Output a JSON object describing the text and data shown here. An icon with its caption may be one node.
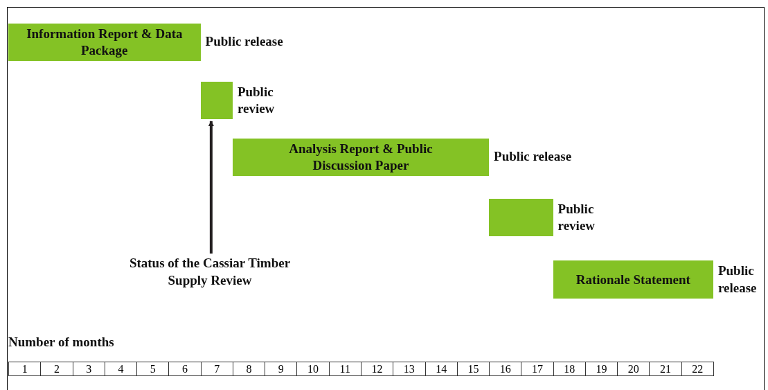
{
  "diagram": {
    "nodes": [
      {
        "text": [
          "Information Report & Data Package"
        ],
        "beside": [
          "Public release"
        ]
      },
      {
        "text": [],
        "shape": "box",
        "beside": [
          "Public review"
        ]
      },
      {
        "text": [
          "Analysis Report & Public Discussion Paper"
        ],
        "beside": [
          "Public release"
        ]
      },
      {
        "text": [],
        "shape": "box",
        "beside": [
          "Public review"
        ]
      },
      {
        "text": [
          "Rationale Statement"
        ],
        "beside": [
          "Public release"
        ]
      },
      {
        "text": [
          "Status of the Cassiar Timber Supply Review"
        ]
      }
    ],
    "edges": [
      {
        "from": 5,
        "to": 1,
        "arrow": "to"
      }
    ],
    "labels": [
      "Number of months",
      "1",
      "2",
      "3",
      "4",
      "5",
      "6",
      "7",
      "8",
      "9",
      "10",
      "11",
      "12",
      "13",
      "14",
      "15",
      "16",
      "17",
      "18",
      "19",
      "20",
      "21",
      "22"
    ]
  }
}
